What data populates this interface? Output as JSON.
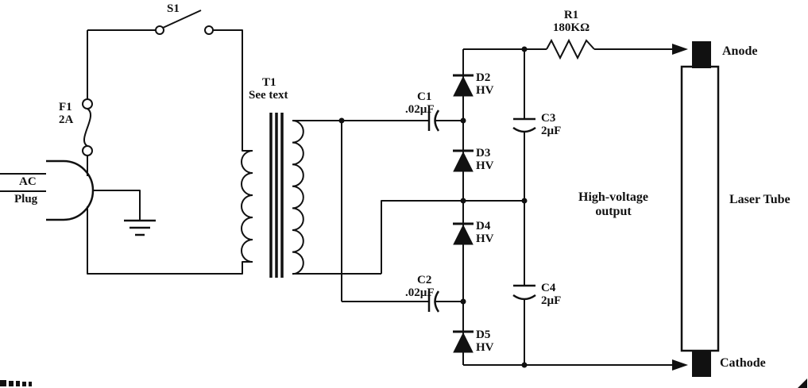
{
  "diagram": {
    "kind": "laser-power-supply-schematic",
    "components": {
      "s1": {
        "ref": "S1"
      },
      "f1": {
        "ref": "F1",
        "value": "2A"
      },
      "plug": {
        "line1": "AC",
        "line2": "Plug"
      },
      "t1": {
        "ref": "T1",
        "note": "See text"
      },
      "c1": {
        "ref": "C1",
        "value": ".02µF"
      },
      "c2": {
        "ref": "C2",
        "value": ".02µF"
      },
      "c3": {
        "ref": "C3",
        "value": "2µF"
      },
      "c4": {
        "ref": "C4",
        "value": "2µF"
      },
      "d2": {
        "ref": "D2",
        "rating": "HV"
      },
      "d3": {
        "ref": "D3",
        "rating": "HV"
      },
      "d4": {
        "ref": "D4",
        "rating": "HV"
      },
      "d5": {
        "ref": "D5",
        "rating": "HV"
      },
      "r1": {
        "ref": "R1",
        "value": "180KΩ"
      }
    },
    "annotations": {
      "output_line1": "High-voltage",
      "output_line2": "output",
      "tube": "Laser Tube",
      "anode": "Anode",
      "cathode": "Cathode"
    },
    "colors": {
      "ink": "#111111",
      "background": "#ffffff"
    }
  }
}
